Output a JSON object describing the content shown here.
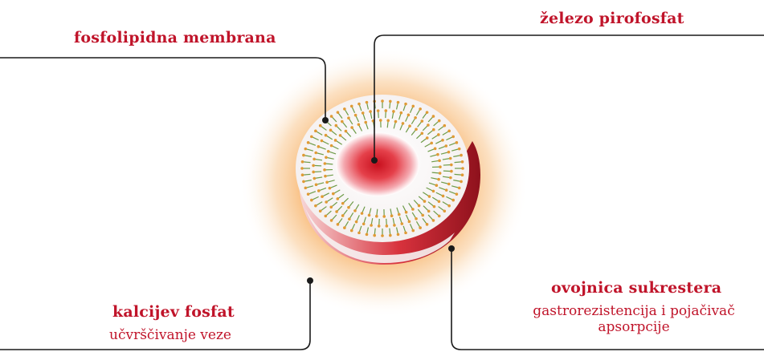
{
  "labels": {
    "membrane": "fosfolipidna membrana",
    "core": "železo pirofosfat",
    "calcium_title": "kalcijev fosfat",
    "calcium_sub": "učvrščivanje veze",
    "coat_title": "ovojnica sukrestera",
    "coat_sub_line1": "gastrorezistencija i pojačivač",
    "coat_sub_line2": "apsorpcije"
  },
  "colors": {
    "label_text": "#c0142a",
    "leader_line": "#1a1a1a",
    "glow_outer": "#f7a23c",
    "core_red": "#d4202e",
    "shell_red": "#b91f2c",
    "lipid_head": "#e09a35",
    "lipid_tail": "#6e9b48"
  }
}
